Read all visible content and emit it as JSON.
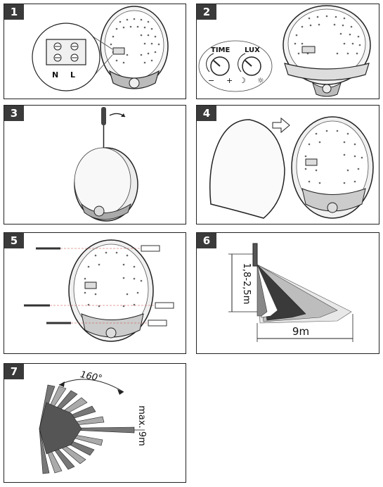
{
  "steps": [
    {
      "number": "1",
      "terminals": {
        "n": "N",
        "l": "L"
      }
    },
    {
      "number": "2",
      "dials": {
        "time_label": "TIME",
        "lux_label": "LUX"
      }
    },
    {
      "number": "3"
    },
    {
      "number": "4"
    },
    {
      "number": "5"
    },
    {
      "number": "6",
      "mount_height": "1,8-2,5m",
      "range": "9m"
    },
    {
      "number": "7",
      "angle": "160°",
      "max_range": "max. 9m"
    }
  ]
}
